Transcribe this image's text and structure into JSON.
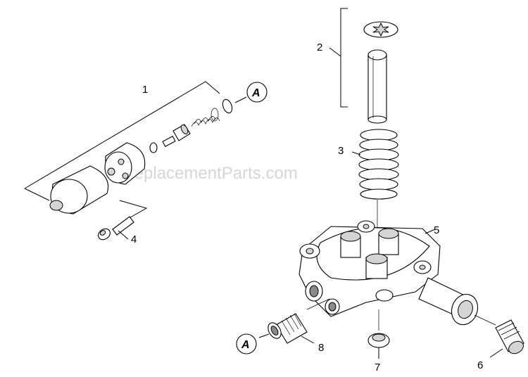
{
  "watermark": "eReplacementParts.com",
  "callouts": {
    "c1": "1",
    "c2": "2",
    "c3": "3",
    "c4": "4",
    "c5": "5",
    "c6": "6",
    "c7": "7",
    "c8": "8"
  },
  "reference_letter": "A"
}
